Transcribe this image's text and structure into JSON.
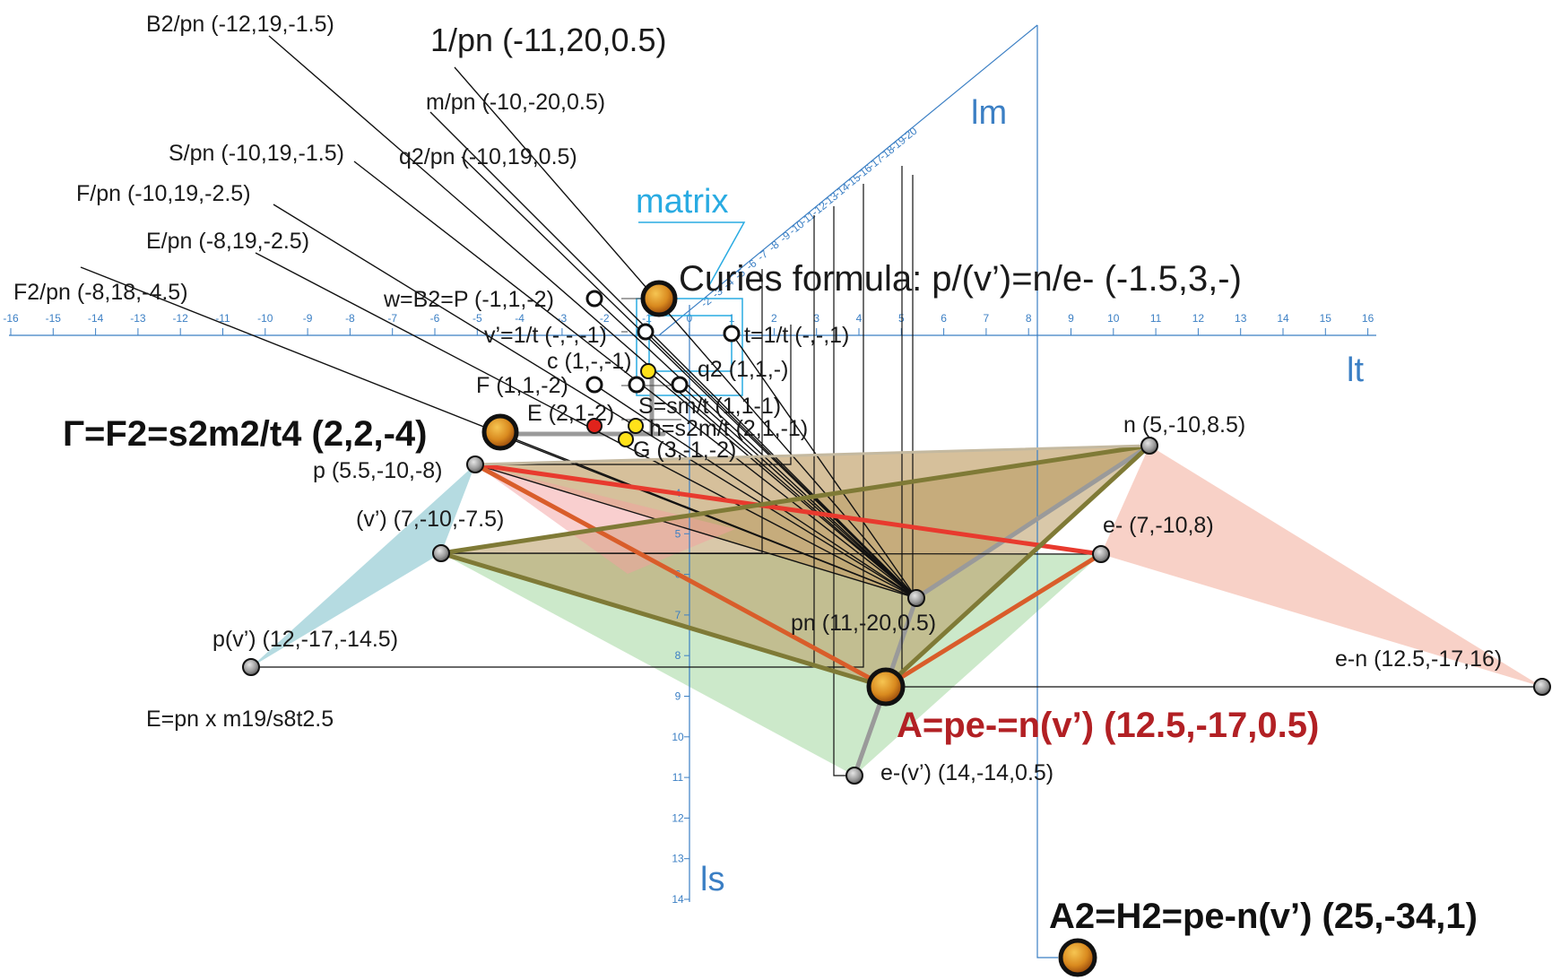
{
  "colors": {
    "axis": "#3b7fc4",
    "matrix": "#29abe2",
    "red_text": "#b22024",
    "ray": "#111111",
    "triangle_red": "#e83a2e",
    "triangle_orange": "#d95d2a",
    "triangle_olive": "#7f7a36",
    "fill_tan": "#c8ab7a",
    "fill_green": "#bfe3bd",
    "fill_blue": "#a8d5dc",
    "fill_pink": "#f7c9bd"
  },
  "axes": {
    "lt": "lt",
    "lm": "lm",
    "ls": "ls",
    "lt_ticks": [
      "-16",
      "-15",
      "-14",
      "-13",
      "-12",
      "-11",
      "-10",
      "-9",
      "-8",
      "-7",
      "-6",
      "-5",
      "-4",
      "-3",
      "-2",
      "-1",
      "0",
      "1",
      "2",
      "3",
      "4",
      "5",
      "6",
      "7",
      "8",
      "9",
      "10",
      "11",
      "12",
      "13",
      "14",
      "15",
      "16"
    ],
    "ls_ticks": [
      "4",
      "5",
      "6",
      "7",
      "8",
      "9",
      "10",
      "11",
      "12",
      "13",
      "14"
    ],
    "lm_ticks": [
      "-2",
      "-3",
      "-4",
      "-5",
      "-6",
      "-7",
      "-8",
      "-9",
      "-10",
      "-11",
      "-12",
      "-13",
      "-14",
      "-15",
      "-16",
      "-17",
      "-18",
      "-19",
      "-20"
    ]
  },
  "matrix_label": "matrix",
  "curies_formula": "Curies formula: p/(v’)=n/e- (-1.5,3,-)",
  "gamma_label": "Γ=F2=s2m2/t4 (2,2,-4)",
  "a_label": "A=pe-=n(v’) (12.5,-17,0.5)",
  "a2_label": "A2=H2=pe-n(v’) (25,-34,1)",
  "e_formula": "E=pn x m19/s8t2.5",
  "ray_labels": {
    "b2": "B2/pn (-12,19,-1.5)",
    "one": "1/pn (-11,20,0.5)",
    "m": "m/pn (-10,-20,0.5)",
    "q2": "q2/pn (-10,19,0.5)",
    "s": "S/pn (-10,19,-1.5)",
    "f": "F/pn (-10,19,-2.5)",
    "e": "E/pn (-8,19,-2.5)",
    "f2": "F2/pn (-8,18,-4.5)"
  },
  "matrix_points": {
    "w": "w=B2=P (-1,1,-2)",
    "v": "v’=1/t (-,-,-1)",
    "t": "t=1/t (-,-,1)",
    "c": "c (1,-,-1)",
    "q2": "q2 (1,1,-)",
    "f": "F (1,1,-2)",
    "s": "S=sm/t (1,1-1)",
    "e": "E (2,1-2)",
    "h": "h=s2m/t (2,1,-1)",
    "g": "G (3,-1,-2)"
  },
  "points": {
    "p": "p (5.5,-10,-8)",
    "n": "n (5,-10,8.5)",
    "v": "(v’) (7,-10,-7.5)",
    "e": "e- (7,-10,8)",
    "pn": "pn (11,-20,0.5)",
    "pv": "p(v’) (12,-17,-14.5)",
    "en": "e-n (12.5,-17,16)",
    "ev": "e-(v’) (14,-14,0.5)"
  }
}
